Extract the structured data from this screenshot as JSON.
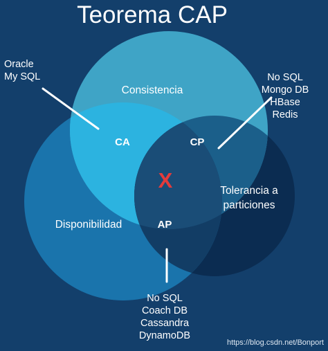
{
  "title": "Teorema CAP",
  "circles": {
    "consistency": {
      "label": "Consistencia",
      "color": "#3fa4c6"
    },
    "availability": {
      "label": "Disponibilidad",
      "color": "#1a74ac"
    },
    "partition": {
      "label": "Tolerancia a\nparticiones",
      "color": "#0b2c51"
    }
  },
  "intersections": {
    "ca": {
      "label": "CA",
      "color": "#2cb3e0"
    },
    "cp": {
      "label": "CP",
      "color": "#1b5f8a"
    },
    "ap": {
      "label": "AP",
      "color": "#123d65"
    },
    "cap": {
      "label": "X",
      "color": "#1a4d77",
      "mark_color": "#e53b3b"
    }
  },
  "databases": {
    "ca": [
      "Oracle",
      "My SQL"
    ],
    "cp": [
      "No SQL",
      "Mongo DB",
      "HBase",
      "Redis"
    ],
    "ap": [
      "No SQL",
      "Coach DB",
      "Cassandra",
      "DynamoDB"
    ]
  },
  "background": "#133f6b",
  "watermark": "https://blog.csdn.net/Bonport"
}
